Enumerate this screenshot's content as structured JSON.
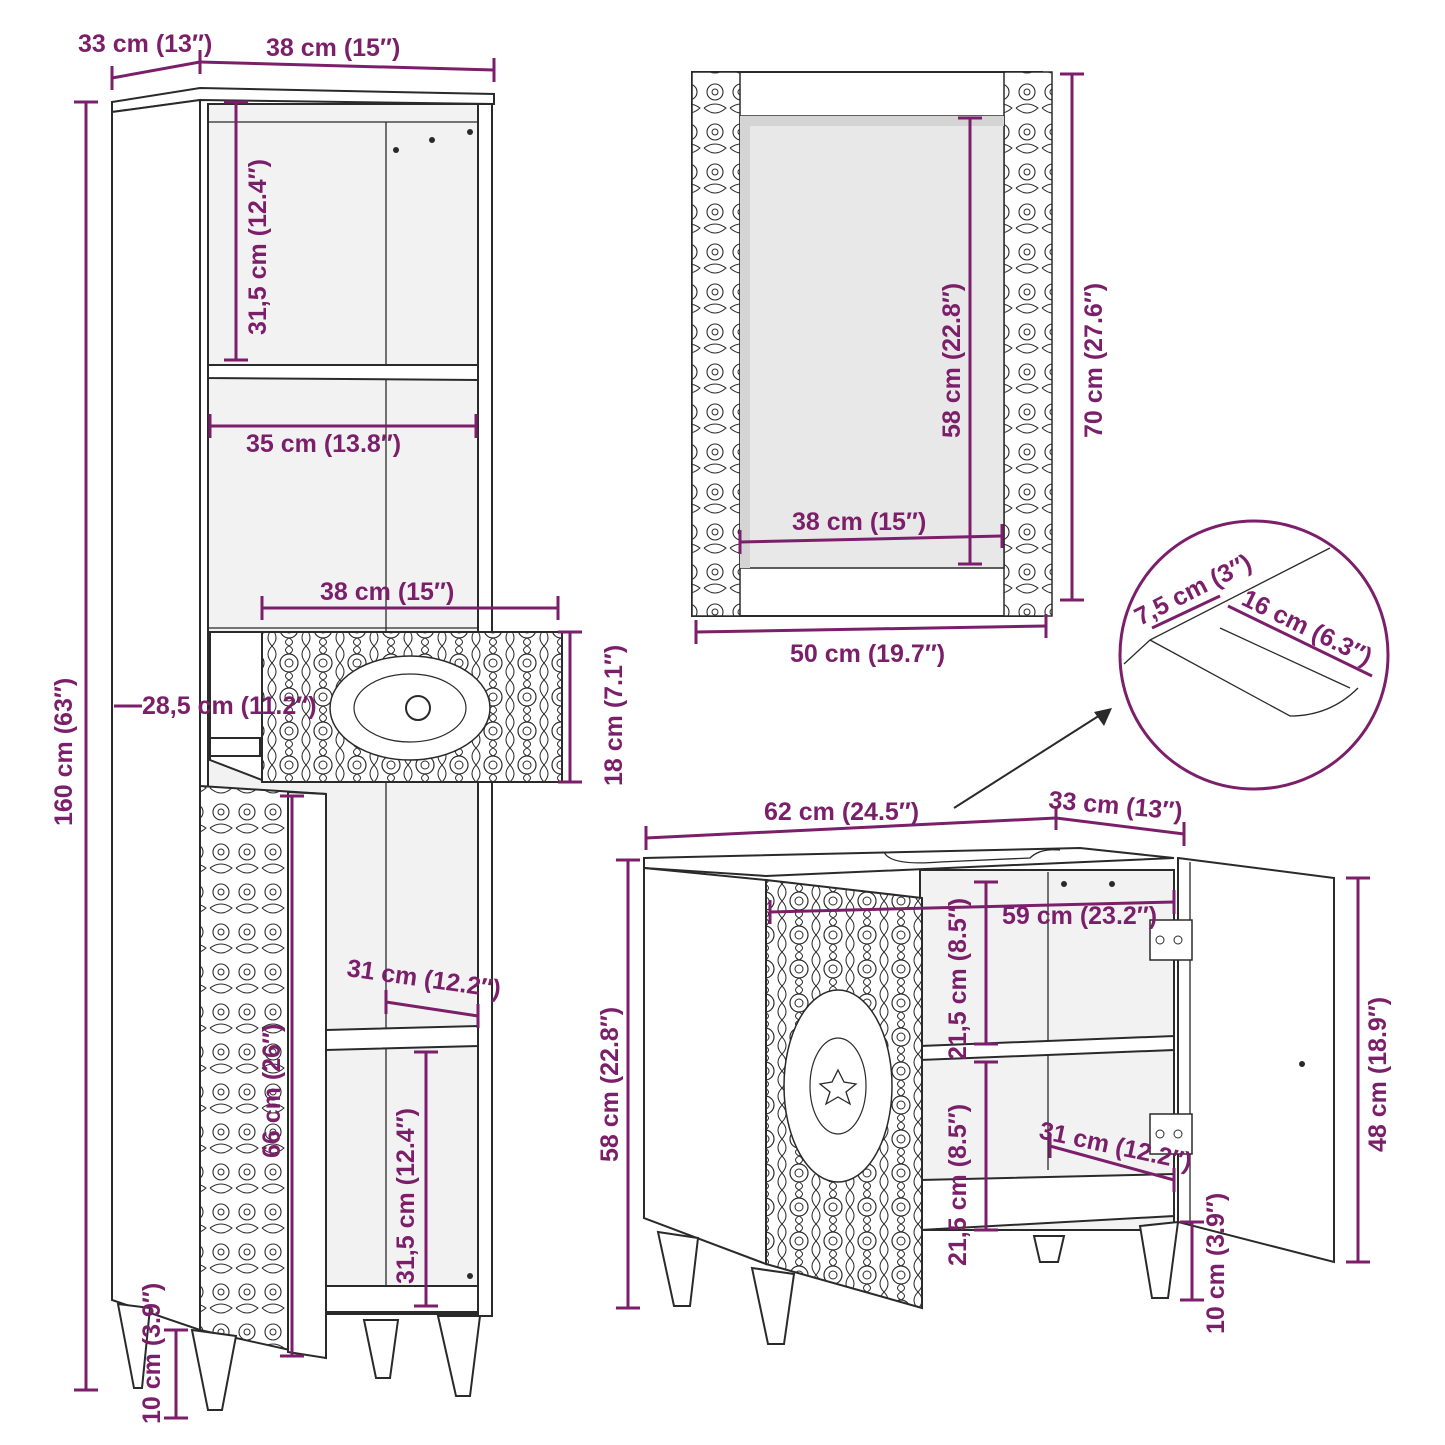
{
  "colors": {
    "dimension": "#7b1f6a",
    "line": "#2a2a2a",
    "background": "#ffffff"
  },
  "tall_cabinet": {
    "depth_top": "33 cm (13″)",
    "width_top": "38 cm (15″)",
    "shelf_height_upper": "31,5 cm (12.4″)",
    "inner_width": "35 cm (13.8″)",
    "drawer_width": "38 cm (15″)",
    "drawer_depth": "28,5 cm (11.2″)",
    "drawer_height": "18 cm (7.1″)",
    "total_height": "160 cm (63″)",
    "door_height": "66 cm (26″)",
    "shelf_depth_lower": "31 cm (12.2″)",
    "shelf_height_lower": "31,5 cm (12.4″)",
    "leg_height": "10 cm (3.9″)"
  },
  "mirror": {
    "glass_height": "58 cm (22.8″)",
    "total_height": "70 cm (27.6″)",
    "glass_width": "38 cm (15″)",
    "total_width": "50 cm (19.7″)"
  },
  "detail_callout": {
    "cutout_depth": "7,5 cm (3″)",
    "cutout_width": "16 cm (6.3″)"
  },
  "sink_cabinet": {
    "width": "62 cm (24.5″)",
    "depth": "33 cm (13″)",
    "inner_width": "59 cm (23.2″)",
    "total_height": "58 cm (22.8″)",
    "shelf_height_upper": "21,5 cm (8.5″)",
    "shelf_height_lower": "21,5 cm (8.5″)",
    "shelf_depth": "31 cm (12.2″)",
    "body_height": "48 cm (18.9″)",
    "leg_height": "10 cm (3.9″)"
  }
}
